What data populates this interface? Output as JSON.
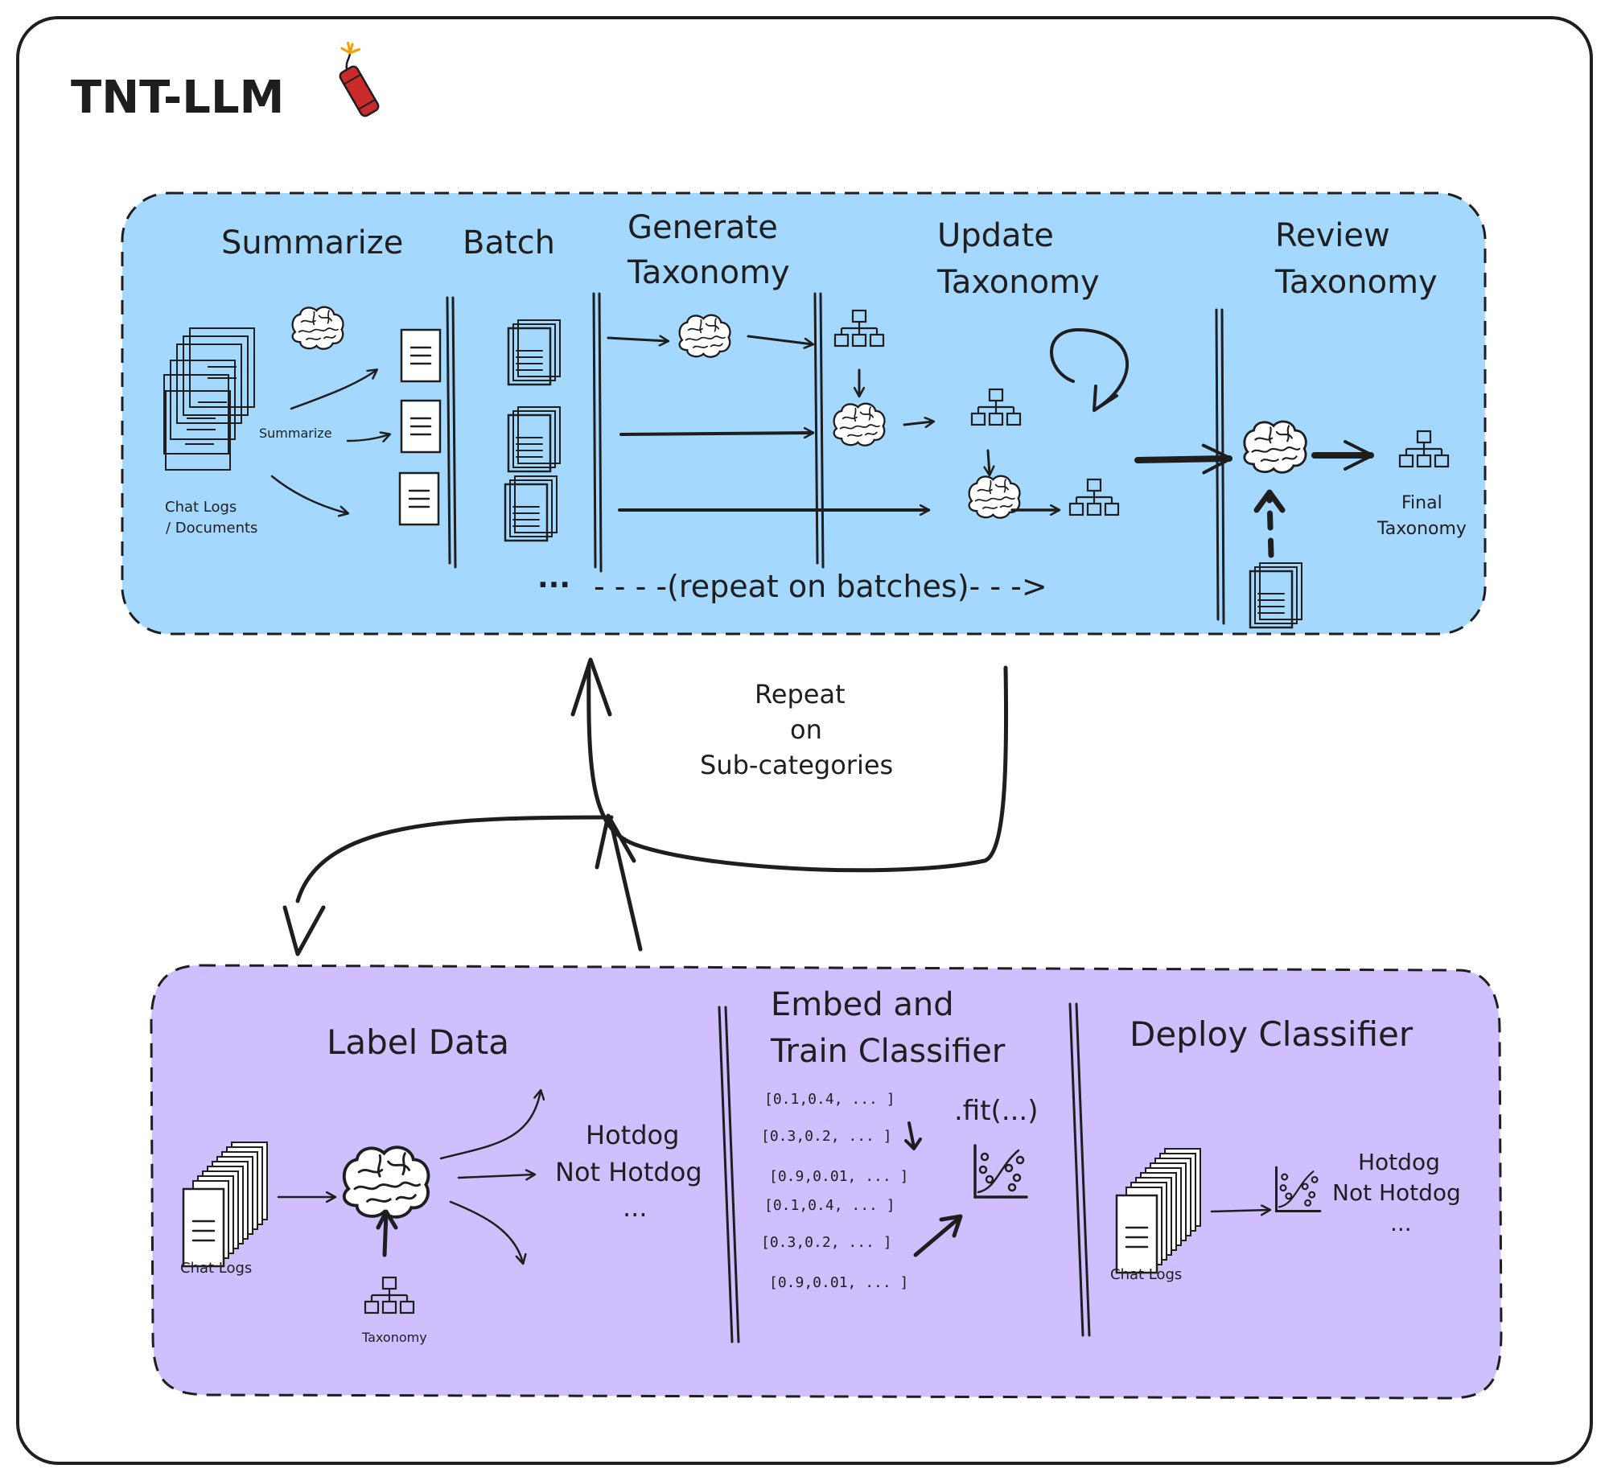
{
  "title": "TNT-LLM",
  "colors": {
    "top_panel": "#a5d8ff",
    "bottom_panel": "#d0bfff",
    "ink": "#1e1e1e",
    "dynamite": "#c92a2a"
  },
  "icons": [
    "dynamite-icon",
    "brain-icon",
    "document-icon",
    "document-stack-icon",
    "taxonomy-tree-icon",
    "scatter-plot-icon",
    "loop-arrow-icon"
  ],
  "top": {
    "stages": [
      {
        "line1": "Summarize",
        "line2": ""
      },
      {
        "line1": "Batch",
        "line2": ""
      },
      {
        "line1": "Generate",
        "line2": "Taxonomy"
      },
      {
        "line1": "Update",
        "line2": "Taxonomy"
      },
      {
        "line1": "Review",
        "line2": "Taxonomy"
      }
    ],
    "input_label_1": "Chat Logs",
    "input_label_2": "/ Documents",
    "summarize_arrow_label": "Summarize",
    "ellipsis": "...",
    "repeat_label": "- - - -(repeat on batches)- - ->",
    "final_label_1": "Final",
    "final_label_2": "Taxonomy"
  },
  "middle": {
    "line1": "Repeat",
    "line2": "on",
    "line3": "Sub-categories"
  },
  "bottom": {
    "label_data": {
      "title": "Label Data",
      "input_label": "Chat Logs",
      "taxonomy_label": "Taxonomy",
      "outputs": [
        "Hotdog",
        "Not Hotdog",
        "..."
      ]
    },
    "embed": {
      "title_1": "Embed and",
      "title_2": "Train Classifier",
      "vectors": [
        "[0.1,0.4, ... ]",
        "[0.3,0.2, ... ]",
        "[0.9,0.01, ... ]",
        "[0.1,0.4, ... ]",
        "[0.3,0.2, ... ]",
        "[0.9,0.01, ... ]"
      ],
      "fit_label": ".fit(...)"
    },
    "deploy": {
      "title": "Deploy Classifier",
      "input_label": "Chat Logs",
      "outputs": [
        "Hotdog",
        "Not Hotdog",
        "..."
      ]
    }
  }
}
